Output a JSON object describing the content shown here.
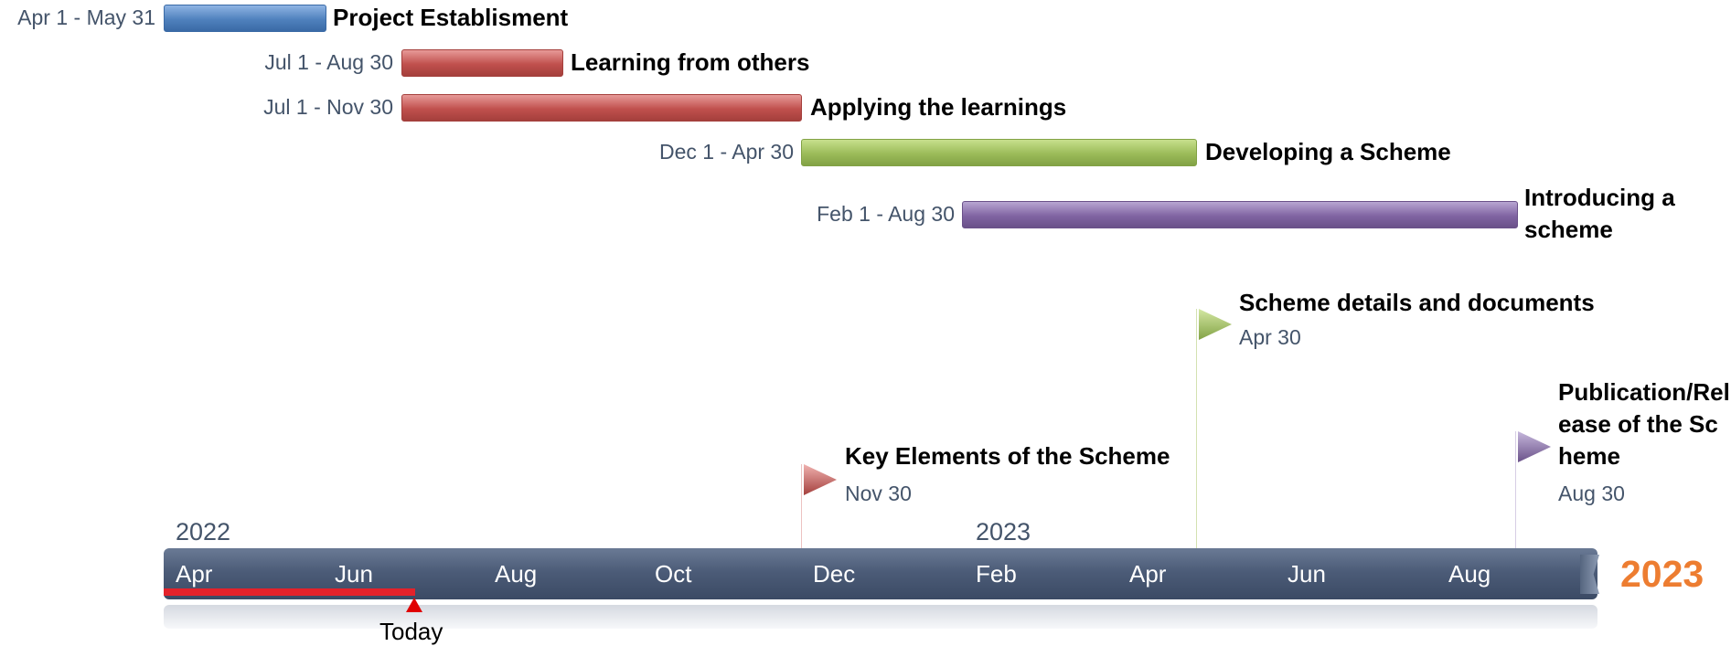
{
  "tasks": [
    {
      "range": "Apr 1 - May 31",
      "name": "Project Establisment",
      "color": "#4f81bd"
    },
    {
      "range": "Jul 1 - Aug 30",
      "name": "Learning from others",
      "color": "#c0504d"
    },
    {
      "range": "Jul 1 - Nov 30",
      "name": "Applying the learnings",
      "color": "#c0504d"
    },
    {
      "range": "Dec 1 - Apr 30",
      "name": "Developing a Scheme",
      "color": "#9bbb59"
    },
    {
      "range": "Feb 1 - Aug 30",
      "name": "Introducing a scheme",
      "color": "#8064a2"
    }
  ],
  "milestones": [
    {
      "name": "Scheme details and documents",
      "date": "Apr 30",
      "color": "#9bbb59"
    },
    {
      "name": "Publication/Release of the Scheme",
      "date": "Aug 30",
      "color": "#8064a2"
    },
    {
      "name": "Key Elements of the Scheme",
      "date": "Nov 30",
      "color": "#c0504d"
    }
  ],
  "timeline": {
    "year_start": "2022",
    "year_mid": "2023",
    "end_year": "2023",
    "months": [
      "Apr",
      "Jun",
      "Aug",
      "Oct",
      "Dec",
      "Feb",
      "Apr",
      "Jun",
      "Aug"
    ],
    "today_label": "Today",
    "progress": 0.18,
    "colors": {
      "axis": "#4c5c78",
      "progress": "#e3222b",
      "today": "#e00000",
      "end_year": "#ed7d31"
    }
  }
}
